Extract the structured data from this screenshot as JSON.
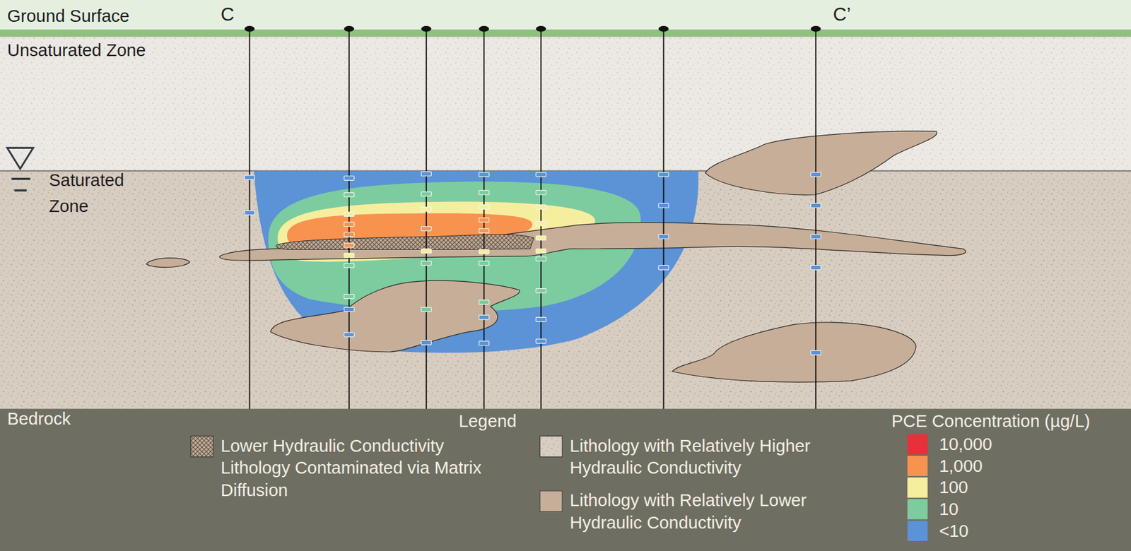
{
  "diagram": {
    "labels": [
      "Ground Surface",
      "C",
      "C’",
      "Unsaturated Zone",
      "Saturated Zone",
      "Bedrock",
      "Legend",
      "PCE Concentration (µg/L)"
    ],
    "legend": [
      {
        "text": "Lower Hydraulic Conductivity Lithology Contaminated via Matrix Diffusion"
      },
      {
        "text": "Lithology with Relatively Higher Hydraulic Conductivity"
      },
      {
        "text": "Lithology with Relatively Lower Hydraulic Conductivity",
        "color": "#c6ae98"
      },
      {
        "text": "10,000",
        "color": "#e8303a"
      },
      {
        "text": "1,000",
        "color": "#f7934f"
      },
      {
        "text": "100",
        "color": "#f6ee9f"
      },
      {
        "text": "10",
        "color": "#7dcca0"
      },
      {
        "text": "<10",
        "color": "#5b93d6"
      }
    ]
  }
}
